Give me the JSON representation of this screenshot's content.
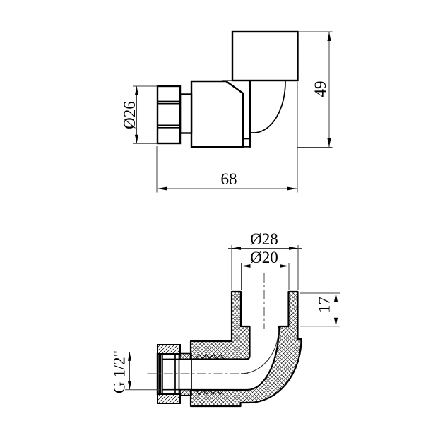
{
  "views": {
    "side": {
      "dims": {
        "nut_od": "Ø26",
        "length": "68",
        "height": "49"
      }
    },
    "section": {
      "dims": {
        "socket_od": "Ø28",
        "bore": "Ø20",
        "socket_depth": "17",
        "thread": "G 1/2\""
      }
    }
  },
  "colors": {
    "line": "#000000",
    "thin_line": "#3f3f3f",
    "background": "#ffffff"
  }
}
